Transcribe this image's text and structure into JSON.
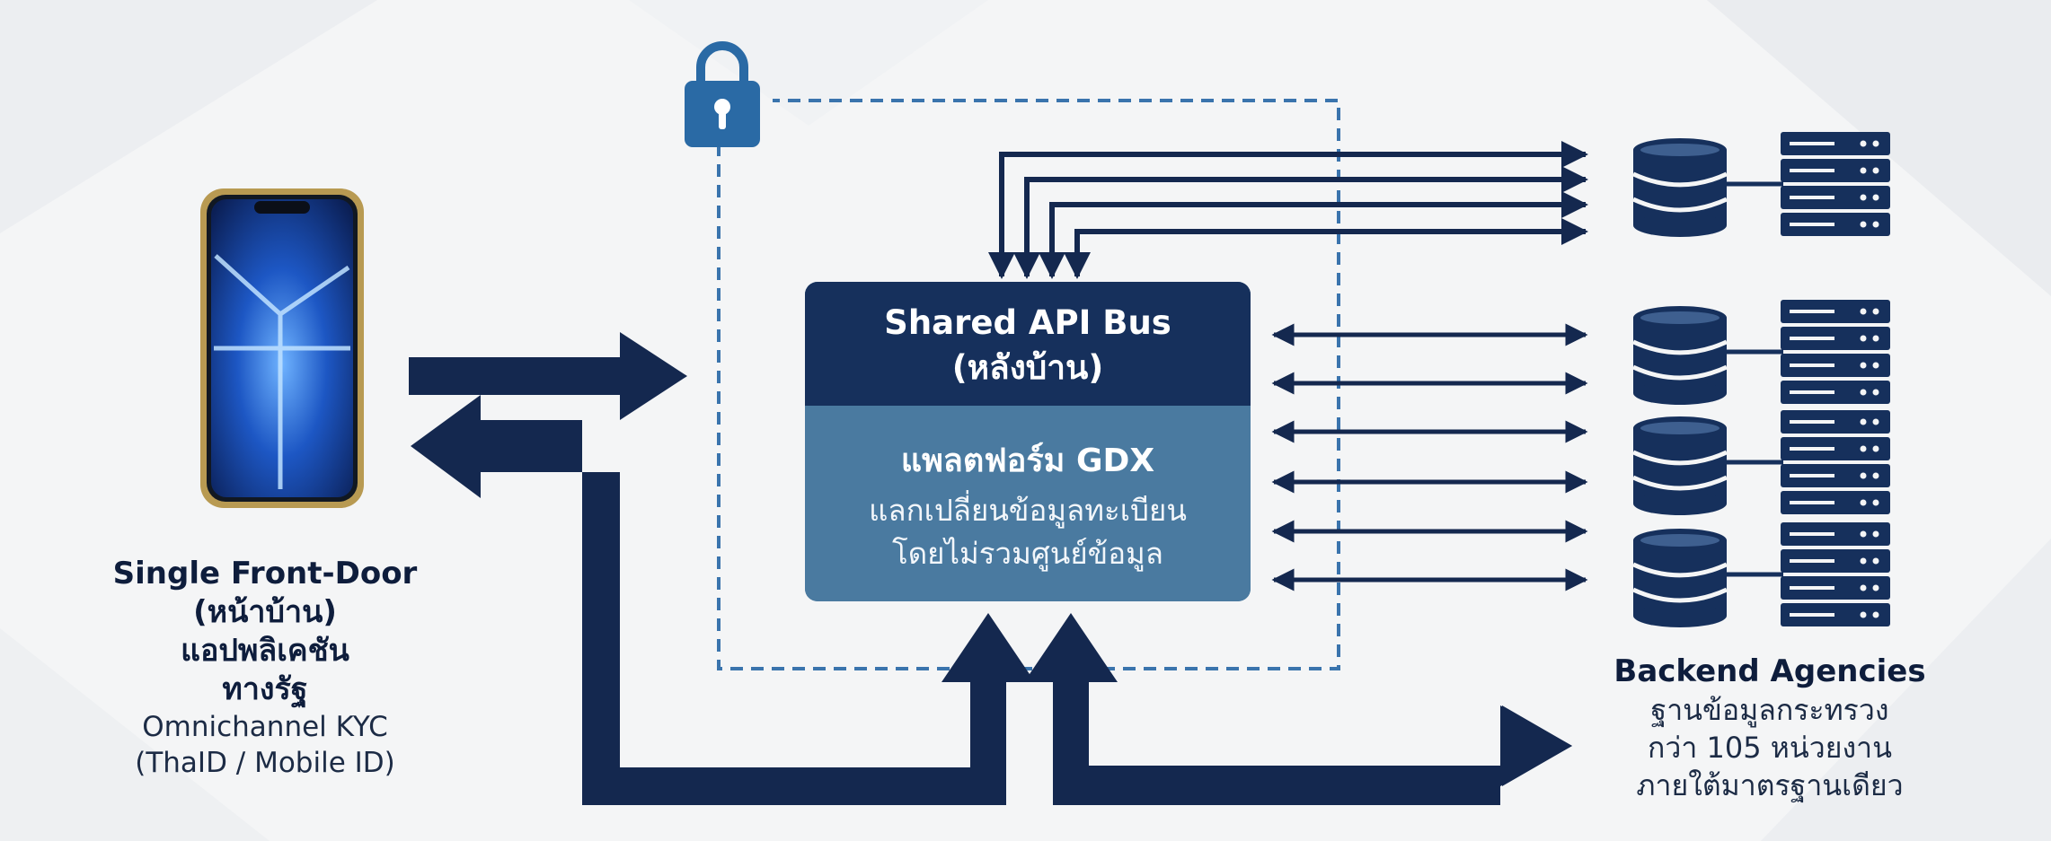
{
  "api_bus": {
    "title": "Shared API Bus",
    "subtitle": "(หลังบ้าน)",
    "platform_title": "แพลตฟอร์ม GDX",
    "platform_line1": "แลกเปลี่ยนข้อมูลทะเบียน",
    "platform_line2": "โดยไม่รวมศูนย์ข้อมูล"
  },
  "front_door": {
    "title": "Single Front-Door",
    "subtitle": "(หน้าบ้าน)",
    "line3": "แอปพลิเคชัน",
    "line4": "ทางรัฐ",
    "line5": "Omnichannel KYC",
    "line6": "(ThaID / Mobile ID)"
  },
  "backend": {
    "title": "Backend Agencies",
    "line2": "ฐานข้อมูลกระทรวง",
    "line3": "กว่า 105 หน่วยงาน",
    "line4": "ภายใต้มาตรฐานเดียว"
  },
  "icons": [
    "lock-icon",
    "smartphone-icon",
    "database-icon",
    "server-rack-icon"
  ],
  "colors": {
    "navy": "#16305c",
    "arrow": "#14284f",
    "steel_blue": "#4a7aa0",
    "dashed": "#3a74ad",
    "lock": "#2a6aa5",
    "phone_frame": "#b89a52"
  }
}
